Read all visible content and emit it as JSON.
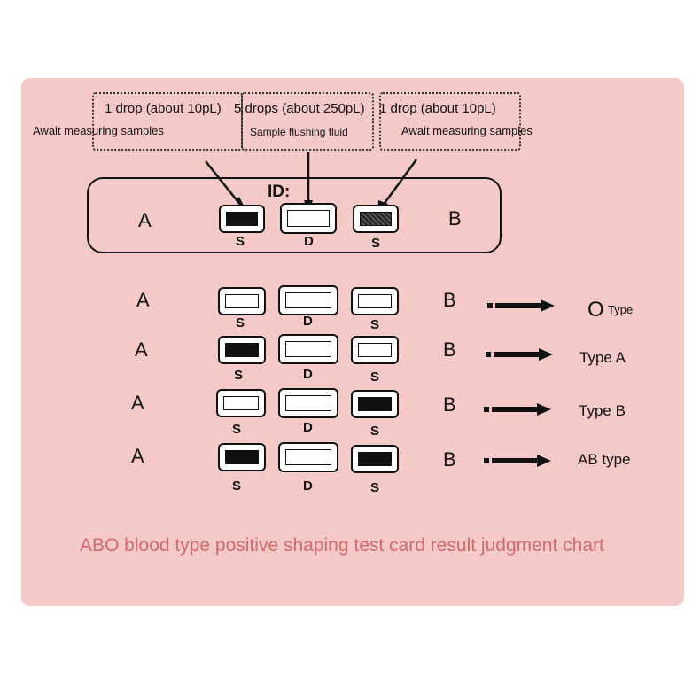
{
  "annotations": {
    "drop_left": "1 drop (about 10pL)",
    "drop_middle": "5 drops (about 250pL)",
    "drop_right": "1 drop (about 10pL)",
    "await_left": "Await measuring samples",
    "flush": "Sample flushing fluid",
    "await_right": "Await measuring samples"
  },
  "card": {
    "id_label": "ID:",
    "left_letter": "A",
    "right_letter": "B",
    "well_labels": [
      "S",
      "D",
      "S"
    ]
  },
  "rows": [
    {
      "left": "A",
      "right": "B",
      "labels": [
        "S",
        "D",
        "S"
      ],
      "wells": [
        "empty",
        "empty",
        "empty"
      ],
      "result_big": "O",
      "result": "Type"
    },
    {
      "left": "A",
      "right": "B",
      "labels": [
        "S",
        "D",
        "S"
      ],
      "wells": [
        "filled",
        "empty",
        "empty"
      ],
      "result_big": "",
      "result": "Type A"
    },
    {
      "left": "A",
      "right": "B",
      "labels": [
        "S",
        "D",
        "S"
      ],
      "wells": [
        "empty",
        "empty",
        "filled"
      ],
      "result_big": "",
      "result": "Type B"
    },
    {
      "left": "A",
      "right": "B",
      "labels": [
        "S",
        "D",
        "S"
      ],
      "wells": [
        "filled",
        "empty",
        "filled"
      ],
      "result_big": "",
      "result": "AB type"
    }
  ],
  "caption": "ABO blood type positive shaping test card result judgment chart",
  "colors": {
    "background": "#f4c9c8",
    "caption": "#d16a6a",
    "ink": "#111111"
  }
}
